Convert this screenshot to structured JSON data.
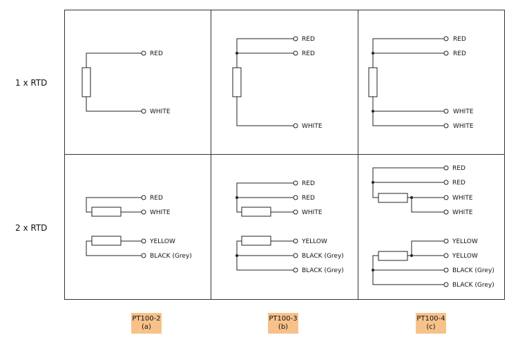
{
  "rows": [
    {
      "label": "1 x RTD"
    },
    {
      "label": "2 x RTD"
    }
  ],
  "columns": [
    {
      "model": "PT100-2",
      "sub": "(a)"
    },
    {
      "model": "PT100-3",
      "sub": "(b)"
    },
    {
      "model": "PT100-4",
      "sub": "(c)"
    }
  ],
  "cells": {
    "r1a": [
      "RED",
      "WHITE"
    ],
    "r1b": [
      "RED",
      "RED",
      "WHITE"
    ],
    "r1c": [
      "RED",
      "RED",
      "WHITE",
      "WHITE"
    ],
    "r2a": [
      "RED",
      "WHITE",
      "YELLOW",
      "BLACK (Grey)"
    ],
    "r2b": [
      "RED",
      "RED",
      "WHITE",
      "YELLOW",
      "BLACK (Grey)",
      "BLACK (Grey)"
    ],
    "r2c": [
      "RED",
      "RED",
      "WHITE",
      "WHITE",
      "YELLOW",
      "YELLOW",
      "BLACK (Grey)",
      "BLACK (Grey)"
    ]
  },
  "colors": {
    "tag_background": "#f7c28a",
    "line": "#222222"
  }
}
